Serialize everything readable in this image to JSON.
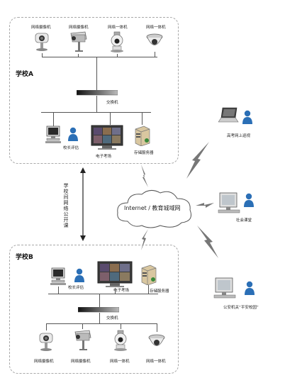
{
  "school_a": {
    "title": "学校A",
    "cameras": [
      "网络摄像机",
      "网络摄像机",
      "网络一体机",
      "网络一体机"
    ],
    "switch_label": "交换机",
    "principal_label": "校长评估",
    "exam_label": "电子考场",
    "storage_label": "存储服务器"
  },
  "school_b": {
    "title": "学校B",
    "cameras": [
      "网络摄像机",
      "网络摄像机",
      "网络一体机",
      "网络一体机"
    ],
    "switch_label": "交换机",
    "principal_label": "校长评估",
    "exam_label": "电子考场",
    "storage_label": "存储服务器"
  },
  "cloud_label": "Internet / 教育城域网",
  "interschool_label": "学校间网络公开课",
  "remote": {
    "laptop_label": "高考网上巡视",
    "pc_label": "社会课堂",
    "police_label": "公安机关“平安校园”"
  }
}
